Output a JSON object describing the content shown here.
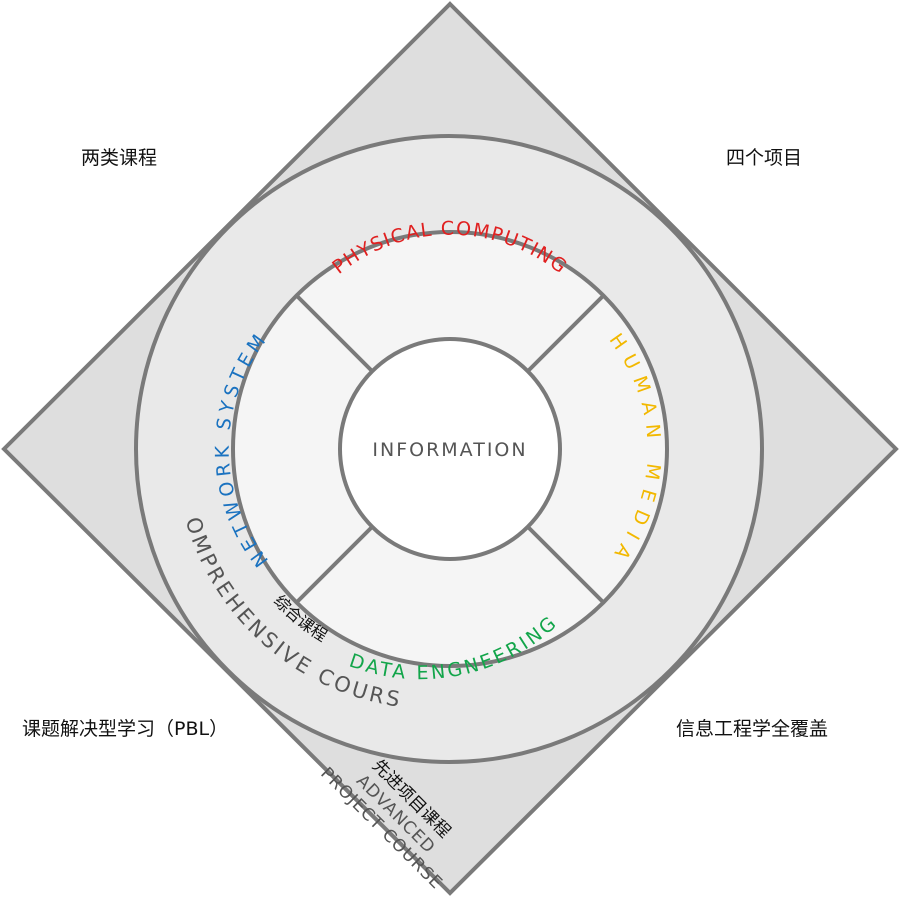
{
  "corners": {
    "top_left": "两类课程",
    "top_right": "四个项目",
    "bottom_left": "课题解决型学习（PBL）",
    "bottom_right": "信息工程学全覆盖"
  },
  "center": {
    "label": "INFORMATION"
  },
  "segments": {
    "top": {
      "label": "PHYSICAL COMPUTING",
      "color": "#e02020"
    },
    "right": {
      "label": "HUMAN MEDIA",
      "color": "#f2b800"
    },
    "bottom": {
      "label": "DATA ENGNEERING",
      "color": "#12a54a"
    },
    "left": {
      "label": "NETWORK SYSTEM",
      "color": "#1a72c0"
    }
  },
  "comprehensive": {
    "en": "COMPREHENSIVE COURSE",
    "zh": "综合课程"
  },
  "advanced": {
    "en_line1": "ADVANCED",
    "en_line2": "PROJECT COURSE",
    "zh": "先进项目课程"
  },
  "colors": {
    "diamond_fill": "#dedede",
    "outer_ring_fill": "#e9e9e9",
    "inner_ring_fill": "#f5f5f5",
    "stroke": "#7a7a7a",
    "text_gray": "#555555"
  }
}
